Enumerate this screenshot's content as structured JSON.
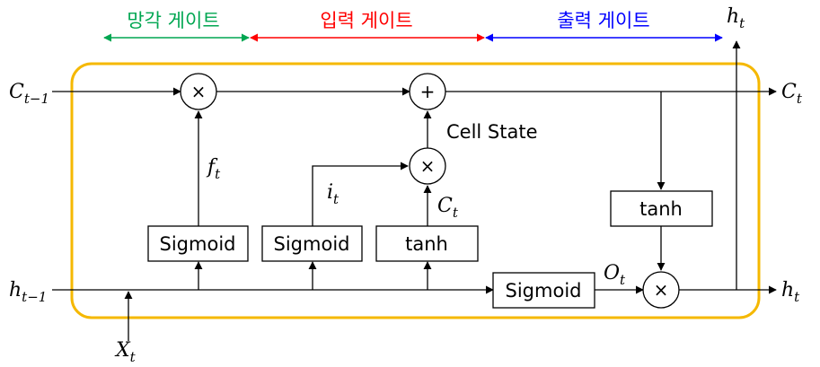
{
  "gates": {
    "forget": {
      "label": "망각 게이트",
      "color": "#00a651"
    },
    "input": {
      "label": "입력 게이트",
      "color": "#ff0000"
    },
    "output": {
      "label": "출력 게이트",
      "color": "#0000ff"
    }
  },
  "frame_color": "#f5b800",
  "boxes": {
    "sigmoid_forget": "Sigmoid",
    "sigmoid_input": "Sigmoid",
    "tanh_input": "tanh",
    "sigmoid_output": "Sigmoid",
    "tanh_output": "tanh"
  },
  "operators": {
    "multiply": "×",
    "add": "+"
  },
  "annotations": {
    "cell_state": "Cell State"
  },
  "variables": {
    "c_prev": {
      "base": "C",
      "sub": "t−1"
    },
    "c_next": {
      "base": "C",
      "sub": "t"
    },
    "h_prev": {
      "base": "h",
      "sub": "t−1"
    },
    "h_next": {
      "base": "h",
      "sub": "t"
    },
    "h_top": {
      "base": "h",
      "sub": "t"
    },
    "x_in": {
      "base": "X",
      "sub": "t"
    },
    "f_t": {
      "base": "f",
      "sub": "t"
    },
    "i_t": {
      "base": "i",
      "sub": "t"
    },
    "c_tilde": {
      "base": "C",
      "sub": "t"
    },
    "o_t": {
      "base": "O",
      "sub": "t"
    }
  }
}
